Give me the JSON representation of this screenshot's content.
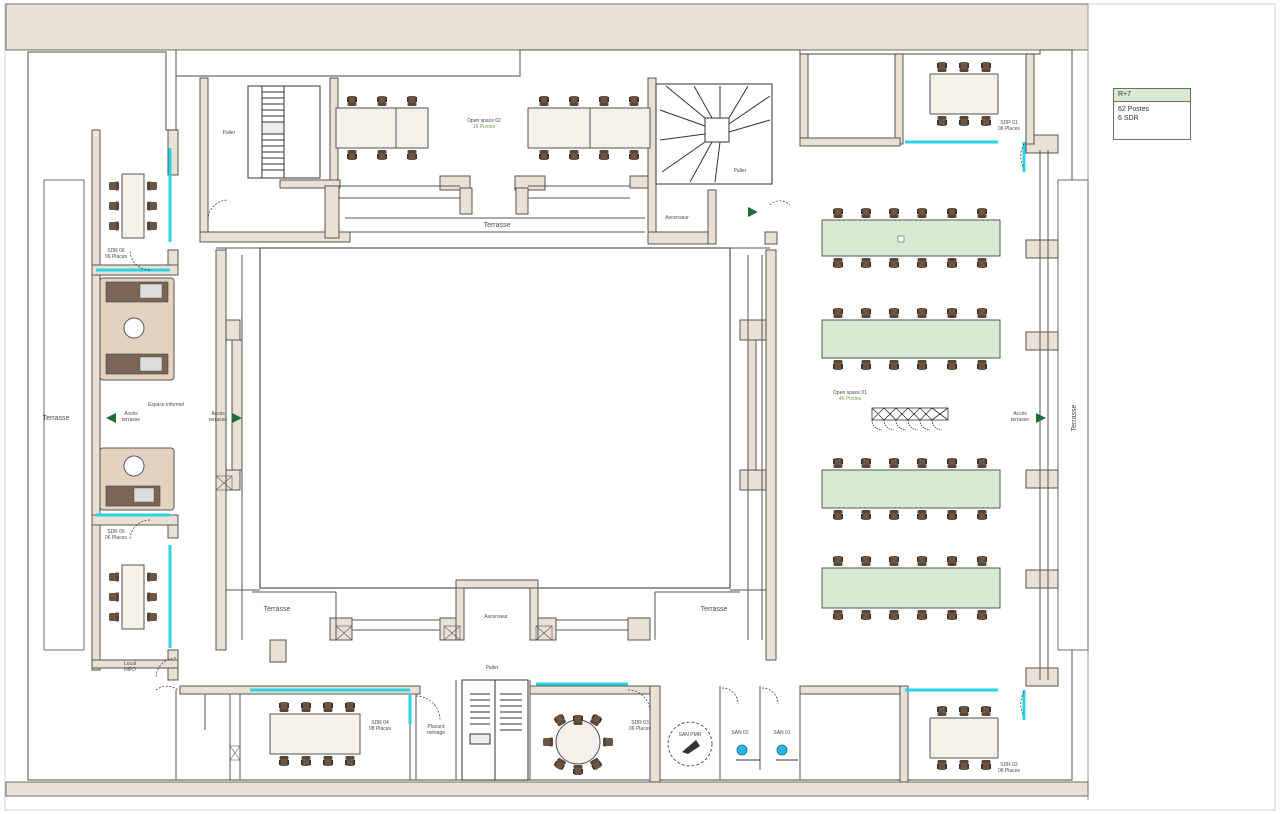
{
  "legend": {
    "level": "R+7",
    "line1": "62 Postes",
    "line2": "6 SDR"
  },
  "labels": {
    "terrasse_top": "Terrasse",
    "terrasse_left": "Terrasse",
    "terrasse_right": "Terrasse",
    "terrasse_bl": "Terrasse",
    "terrasse_br": "Terrasse",
    "palier_tl": "Palier",
    "palier_tr": "Palier",
    "palier_bottom": "Palier",
    "ascenseur_top": "Ascenseur",
    "ascenseur_bottom": "Ascenseur",
    "open_space_02_title": "Open space 02",
    "open_space_02_sub": "16 Postes",
    "open_space_01_title": "Open space 01",
    "open_space_01_sub": "46 Postes",
    "sdr06_title": "SDR 06",
    "sdr06_sub": "06 Places",
    "sdr05_title": "SDR 05",
    "sdr05_sub": "06 Places",
    "sdr04_title": "SDR 04",
    "sdr04_sub": "08 Places",
    "sdr03_title": "SDR 03",
    "sdr03_sub": "06 Places",
    "sdr02_title": "SDR 02",
    "sdr02_sub": "06 Places",
    "sdr01_title": "SDR 01",
    "sdr01_sub": "06 Places",
    "espace_informel": "Espace informel",
    "acces_terrasse_1a": "Accès",
    "acces_terrasse_1b": "terrasse",
    "acces_terrasse_2a": "Accès",
    "acces_terrasse_2b": "terrasse",
    "acces_terrasse_3a": "Accès",
    "acces_terrasse_3b": "terrasse",
    "local_info_a": "Local",
    "local_info_b": "INFO",
    "placard_a": "Placard",
    "placard_b": "ménage",
    "san_pmr": "SAN PMR",
    "san02": "SAN 02",
    "san01": "SAN 01"
  },
  "colors": {
    "wall": "#e8e1d4",
    "wall_stroke": "#555555",
    "desk_green": "#d9ead3",
    "desk_cream": "#f4f1ea",
    "chair": "#6b5544",
    "glass": "#29d3e3",
    "arrow": "#1f6b3a",
    "sofa": "#7b6655"
  },
  "icons": [
    "door-swing-icon",
    "chair-icon",
    "arrow-right-icon",
    "arrow-left-icon",
    "toilet-icon",
    "staircase-icon"
  ]
}
